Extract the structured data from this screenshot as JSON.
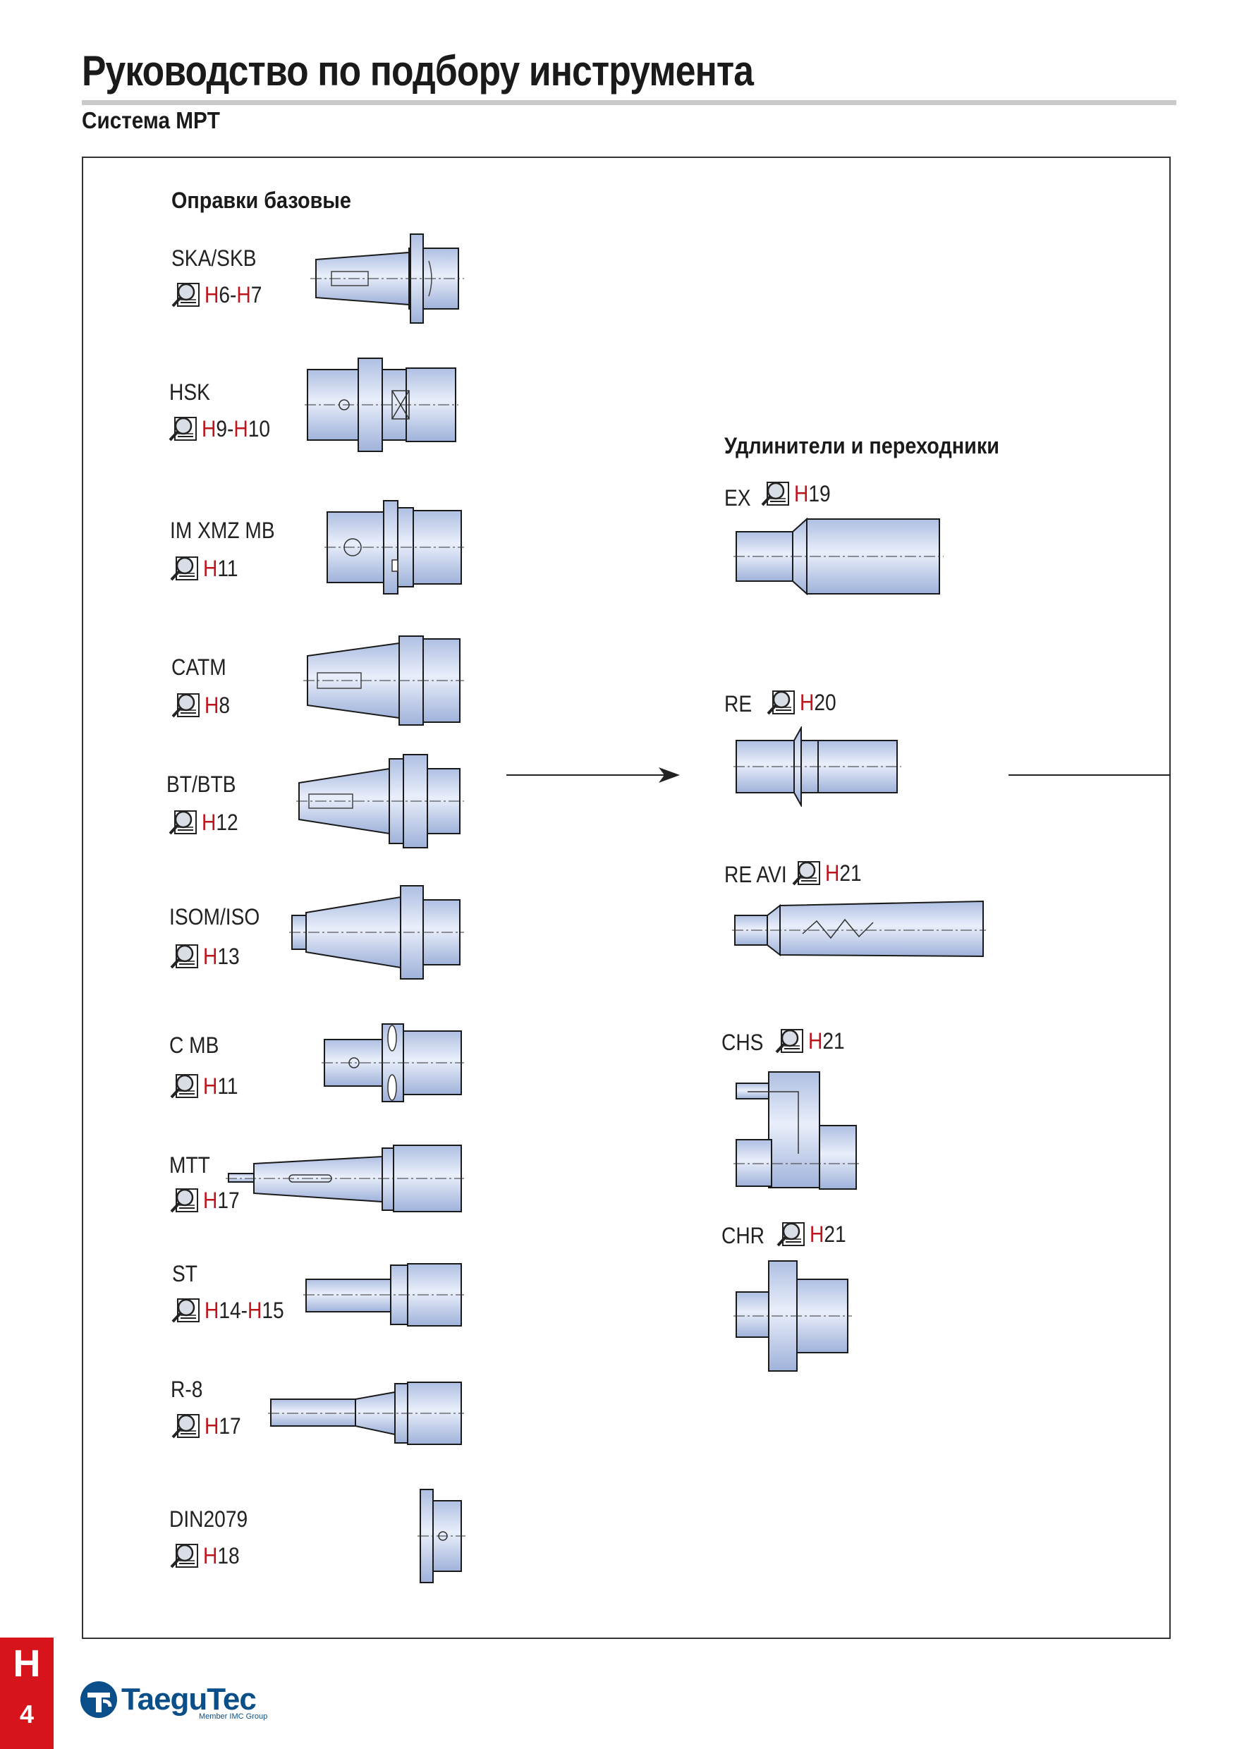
{
  "header": {
    "title": "Руководство по подбору инструмента",
    "subtitle": "Система MPT"
  },
  "left_section": {
    "heading": "Оправки базовые",
    "items": [
      {
        "label": "SKA/SKB",
        "ref": [
          {
            "prefix": "H",
            "num": "6"
          },
          {
            "sep": "-"
          },
          {
            "prefix": "H",
            "num": "7"
          }
        ]
      },
      {
        "label": "HSK",
        "ref": [
          {
            "prefix": "H",
            "num": "9"
          },
          {
            "sep": "-"
          },
          {
            "prefix": "H",
            "num": "10"
          }
        ]
      },
      {
        "label": "IM XMZ MB",
        "ref": [
          {
            "prefix": "H",
            "num": "11"
          }
        ]
      },
      {
        "label": "CATM",
        "ref": [
          {
            "prefix": "H",
            "num": "8"
          }
        ]
      },
      {
        "label": "BT/BTB",
        "ref": [
          {
            "prefix": "H",
            "num": "12"
          }
        ]
      },
      {
        "label": "ISOM/ISO",
        "ref": [
          {
            "prefix": "H",
            "num": "13"
          }
        ]
      },
      {
        "label": "C MB",
        "ref": [
          {
            "prefix": "H",
            "num": "11"
          }
        ]
      },
      {
        "label": "MTT",
        "ref": [
          {
            "prefix": "H",
            "num": "17"
          }
        ]
      },
      {
        "label": "ST",
        "ref": [
          {
            "prefix": "H",
            "num": "14"
          },
          {
            "sep": "-"
          },
          {
            "prefix": "H",
            "num": "15"
          }
        ]
      },
      {
        "label": "R-8",
        "ref": [
          {
            "prefix": "H",
            "num": "17"
          }
        ]
      },
      {
        "label": "DIN2079",
        "ref": [
          {
            "prefix": "H",
            "num": "18"
          }
        ]
      }
    ]
  },
  "right_section": {
    "heading": "Удлинители и переходники",
    "items": [
      {
        "label": "EX",
        "ref": [
          {
            "prefix": "H",
            "num": "19"
          }
        ]
      },
      {
        "label": "RE",
        "ref": [
          {
            "prefix": "H",
            "num": "20"
          }
        ]
      },
      {
        "label": "RE AVI",
        "ref": [
          {
            "prefix": "H",
            "num": "21"
          }
        ]
      },
      {
        "label": "CHS",
        "ref": [
          {
            "prefix": "H",
            "num": "21"
          }
        ]
      },
      {
        "label": "CHR",
        "ref": [
          {
            "prefix": "H",
            "num": "21"
          }
        ]
      }
    ]
  },
  "icons": {
    "catalog_ref": "magnifier-page-icon",
    "arrow": "arrow-right-icon"
  },
  "colors": {
    "accent": "#c0141c",
    "tab": "#d7141c",
    "tool_fill": "#c7d5ef",
    "tool_stroke": "#1a1a1a",
    "brand": "#0b4f8a"
  },
  "footer": {
    "tab_letter": "H",
    "page_number": "4",
    "brand": "TaeguTec",
    "member": "Member IMC Group"
  }
}
